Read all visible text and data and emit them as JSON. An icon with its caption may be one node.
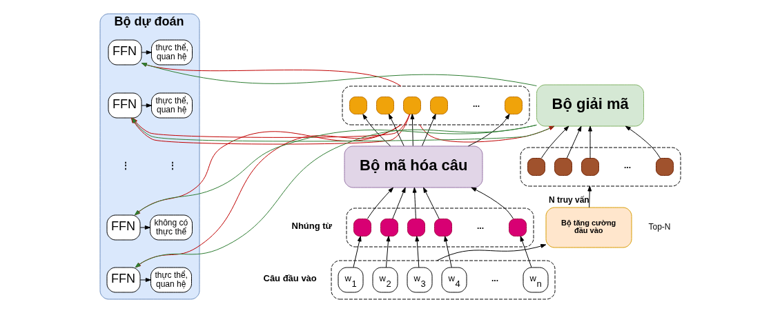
{
  "diagram": {
    "nodes": [
      {
        "text": [],
        "shape": "box"
      },
      {
        "text": [],
        "shape": "box",
        "in": 0
      },
      {
        "text": [],
        "shape": "box",
        "in": 0
      },
      {
        "text": [],
        "shape": "box",
        "in": 0
      },
      {
        "text": [],
        "shape": "box",
        "in": 0
      },
      {
        "text": [],
        "shape": "box",
        "in": 0
      },
      {
        "text": [
          "Bộ mã hóa câu"
        ]
      },
      {
        "text": [
          "Bộ dự đoán"
        ]
      },
      {
        "text": [
          "FFN"
        ],
        "in": 7
      },
      {
        "text": [
          "thực thể, quan hệ"
        ],
        "in": 7
      },
      {
        "text": [
          "FFN"
        ],
        "in": 7
      },
      {
        "text": [
          "thực thể, quan hệ"
        ],
        "in": 7
      },
      {
        "text": [
          "FFN"
        ],
        "in": 7
      },
      {
        "text": [
          "không có thực thể"
        ],
        "in": 7
      },
      {
        "text": [
          "FFN"
        ],
        "in": 7
      },
      {
        "text": [
          "thực thể, quan hệ"
        ],
        "in": 7
      },
      {
        "text": [
          "Bộ giải mã"
        ]
      },
      {
        "text": [],
        "shape": "box",
        "beside": [
          "Nhúng từ"
        ]
      },
      {
        "text": [],
        "shape": "box",
        "in": 17
      },
      {
        "text": [],
        "shape": "box",
        "in": 17
      },
      {
        "text": [],
        "shape": "box",
        "in": 17
      },
      {
        "text": [],
        "shape": "box",
        "in": 17
      },
      {
        "text": [],
        "shape": "box",
        "in": 17
      },
      {
        "text": [],
        "shape": "box"
      },
      {
        "text": [],
        "shape": "box",
        "in": 23
      },
      {
        "text": [],
        "shape": "box",
        "in": 23
      },
      {
        "text": [],
        "shape": "box",
        "in": 23
      },
      {
        "text": [],
        "shape": "box",
        "in": 23
      },
      {
        "text": [],
        "shape": "box",
        "beside": [
          "Câu đầu vào"
        ]
      },
      {
        "text": [
          "w$_{1}$"
        ],
        "in": 28
      },
      {
        "text": [
          "w$_{2}$"
        ],
        "in": 28
      },
      {
        "text": [
          "w$_{3}$"
        ],
        "in": 28
      },
      {
        "text": [
          "w$_{4}$"
        ],
        "in": 28
      },
      {
        "text": [
          "w$_{n}$"
        ],
        "in": 28
      },
      {
        "text": [
          "Bộ tăng cường đầu vào"
        ],
        "beside": [
          "Top-N"
        ]
      }
    ],
    "edges": [
      {
        "from": 29,
        "to": 18,
        "arrow": "to"
      },
      {
        "from": 30,
        "to": 19,
        "arrow": "to"
      },
      {
        "from": 31,
        "to": 20,
        "arrow": "to"
      },
      {
        "from": 32,
        "to": 21,
        "arrow": "to"
      },
      {
        "from": 33,
        "to": 22,
        "arrow": "to"
      },
      {
        "from": 18,
        "to": 6,
        "arrow": "to"
      },
      {
        "from": 19,
        "to": 6,
        "arrow": "to"
      },
      {
        "from": 20,
        "to": 6,
        "arrow": "to"
      },
      {
        "from": 21,
        "to": 6,
        "arrow": "to"
      },
      {
        "from": 22,
        "to": 6,
        "arrow": "to"
      },
      {
        "from": 6,
        "to": 1,
        "arrow": "to"
      },
      {
        "from": 6,
        "to": 2,
        "arrow": "to"
      },
      {
        "from": 6,
        "to": 3,
        "arrow": "to"
      },
      {
        "from": 6,
        "to": 4,
        "arrow": "to"
      },
      {
        "from": 6,
        "to": 5,
        "arrow": "to"
      },
      {
        "from": 28,
        "to": 34,
        "arrow": "to"
      },
      {
        "from": 34,
        "to": 23,
        "arrow": "to",
        "label": "N truy vấn"
      },
      {
        "from": 24,
        "to": 16,
        "arrow": "to"
      },
      {
        "from": 25,
        "to": 16,
        "arrow": "to"
      },
      {
        "from": 26,
        "to": 16,
        "arrow": "to"
      },
      {
        "from": 27,
        "to": 16,
        "arrow": "to"
      },
      {
        "from": 0,
        "to": 16,
        "arrow": "to",
        "color": "#c00000"
      },
      {
        "from": 0,
        "to": 8,
        "arrow": "to",
        "color": "#c00000"
      },
      {
        "from": 0,
        "to": 10,
        "arrow": "to",
        "color": "#c00000"
      },
      {
        "from": 0,
        "to": 12,
        "arrow": "to",
        "color": "#c00000"
      },
      {
        "from": 0,
        "to": 14,
        "arrow": "to",
        "color": "#c00000"
      },
      {
        "from": 16,
        "to": 8,
        "arrow": "to",
        "color": "#2e7d32"
      },
      {
        "from": 16,
        "to": 10,
        "arrow": "to",
        "color": "#2e7d32"
      },
      {
        "from": 16,
        "to": 12,
        "arrow": "to",
        "color": "#2e7d32"
      },
      {
        "from": 16,
        "to": 14,
        "arrow": "to",
        "color": "#2e7d32"
      },
      {
        "from": 8,
        "to": 9,
        "arrow": "to"
      },
      {
        "from": 10,
        "to": 11,
        "arrow": "to"
      },
      {
        "from": 12,
        "to": 13,
        "arrow": "to"
      },
      {
        "from": 14,
        "to": 15,
        "arrow": "to"
      }
    ],
    "labels": [
      "...",
      "⋮",
      "⋮",
      "...",
      "...",
      "..."
    ]
  }
}
